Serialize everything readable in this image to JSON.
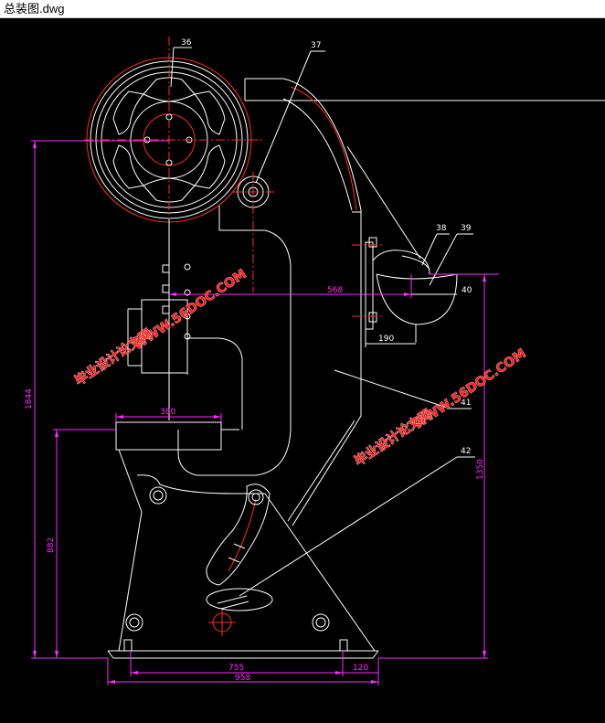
{
  "window": {
    "title": "总装图.dwg"
  },
  "part_labels": [
    "36",
    "37",
    "38",
    "39",
    "40",
    "41",
    "42"
  ],
  "dimensions": {
    "d568": "568",
    "d190": "190",
    "d380": "380",
    "d1844": "1844",
    "d1350": "1350",
    "d882": "882",
    "d755": "755",
    "d120": "120",
    "d958": "958"
  },
  "watermarks": {
    "url": "WWW.56DOC.COM",
    "cn": "毕业设计论文网"
  },
  "colors": {
    "background": "#000000",
    "geometry": "#ffffff",
    "centerline": "#ff2a2a",
    "dimension": "#ff2aff",
    "watermark": "#ff1e1e"
  }
}
